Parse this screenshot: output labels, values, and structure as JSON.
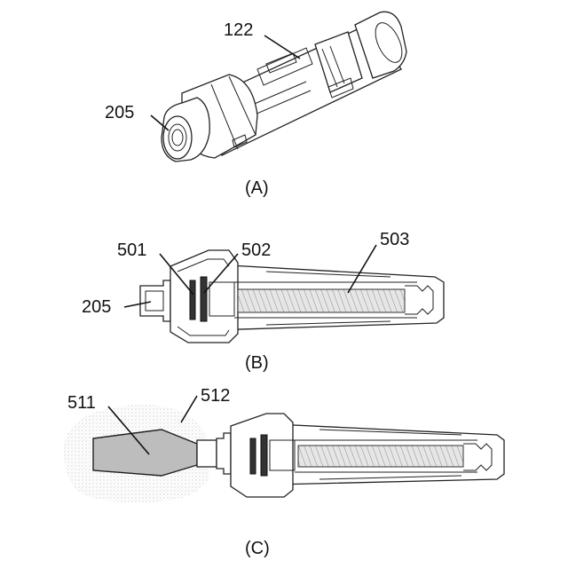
{
  "panels": {
    "a": {
      "caption": "(A)",
      "labels": {
        "part_122": "122",
        "part_205": "205"
      }
    },
    "b": {
      "caption": "(B)",
      "labels": {
        "part_501": "501",
        "part_502": "502",
        "part_503": "503",
        "part_205": "205"
      }
    },
    "c": {
      "caption": "(C)",
      "labels": {
        "part_511": "511",
        "part_512": "512"
      }
    }
  },
  "colors": {
    "line": "#111111",
    "object_511_fill": "#bdbdbd",
    "halo_512": "#e2e2e2"
  }
}
